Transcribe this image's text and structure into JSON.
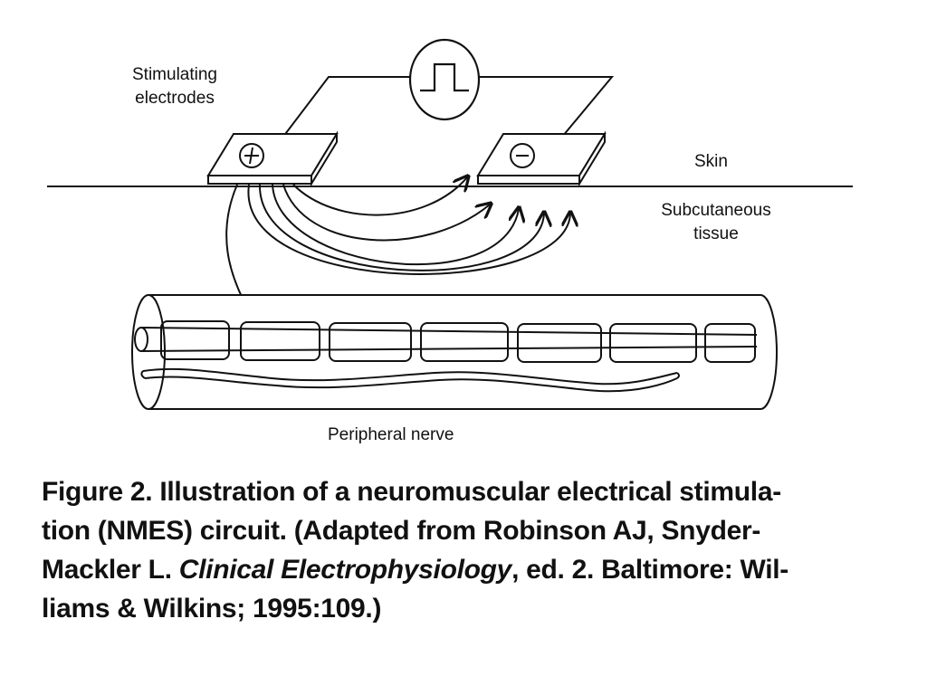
{
  "labels": {
    "electrodes_l1": "Stimulating",
    "electrodes_l2": "electrodes",
    "skin": "Skin",
    "subq_l1": "Subcutaneous",
    "subq_l2": "tissue",
    "nerve": "Peripheral nerve",
    "positive_symbol": "+",
    "negative_symbol": "−"
  },
  "caption": {
    "line1": "Figure 2. Illustration of a neuromuscular electrical stimula-",
    "line2": "tion (NMES) circuit. (Adapted from Robinson AJ, Snyder-",
    "line3_pre": "Mackler L. ",
    "line3_italic": "Clinical Electrophysiology",
    "line3_post": ", ed. 2. Baltimore: Wil-",
    "line4": "liams & Wilkins; 1995:109.)"
  }
}
